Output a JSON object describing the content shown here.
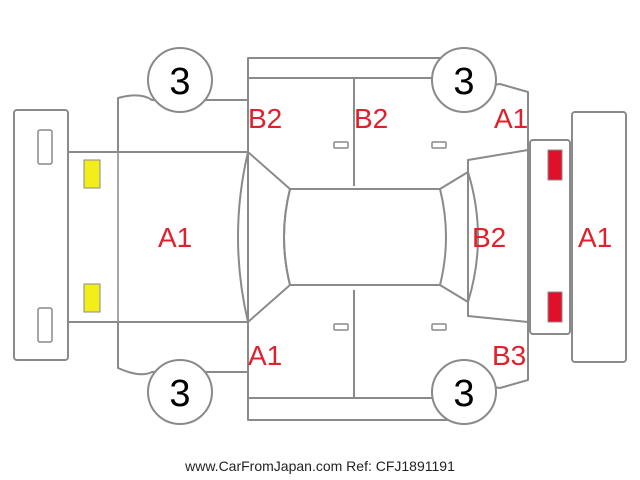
{
  "colors": {
    "outline": "#8a8a8a",
    "damage_code": "#e0202c",
    "front_lamp": "#f2ee1a",
    "rear_lamp": "#e0102a"
  },
  "wheels": {
    "front_left": "3",
    "rear_left": "3",
    "front_right": "3",
    "rear_right": "3"
  },
  "codes": {
    "left_front_door": "B2",
    "left_rear_door": "B2",
    "left_rear_quarter": "A1",
    "hood": "A1",
    "roof_rear_glass": "B2",
    "rear_bumper": "A1",
    "right_front_door": "A1",
    "right_rear_quarter": "B3"
  },
  "footer": {
    "site": "www.CarFromJapan.com",
    "ref": "Ref: CFJ1891191"
  }
}
